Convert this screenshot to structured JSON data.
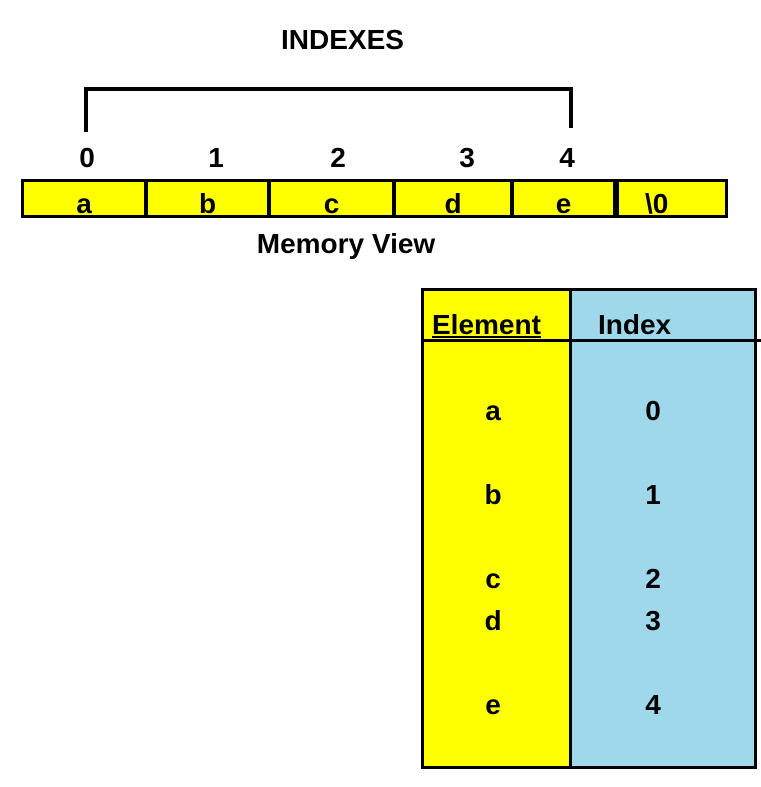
{
  "title": "INDEXES",
  "indexes": [
    "0",
    "1",
    "2",
    "3",
    "4"
  ],
  "memory_cells": [
    "a",
    "b",
    "c",
    "d",
    "e",
    "\\0"
  ],
  "memory_caption": "Memory View",
  "table": {
    "header_element": "Element",
    "header_index": "Index",
    "rows": [
      {
        "element": "a",
        "index": "0"
      },
      {
        "element": "b",
        "index": "1"
      },
      {
        "element": "c",
        "index": "2"
      },
      {
        "element": "d",
        "index": "3"
      },
      {
        "element": "e",
        "index": "4"
      }
    ]
  },
  "colors": {
    "cell_fill": "#ffff00",
    "index_column_fill": "#9ed8ea",
    "stroke": "#000000"
  }
}
